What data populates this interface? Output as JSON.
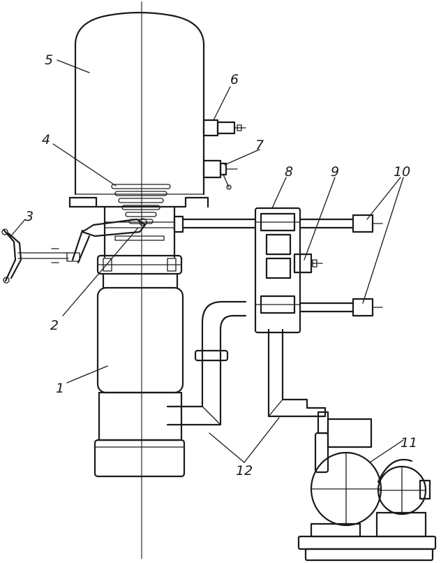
{
  "labels": {
    "l1": "1",
    "l2": "2",
    "l3": "3",
    "l4": "4",
    "l5": "5",
    "l6": "6",
    "l7": "7",
    "l8": "8",
    "l9": "9",
    "l10": "10",
    "l11": "11",
    "l12": "12"
  },
  "colors": {
    "ink": "#1a1a1a",
    "paper": "#ffffff"
  }
}
